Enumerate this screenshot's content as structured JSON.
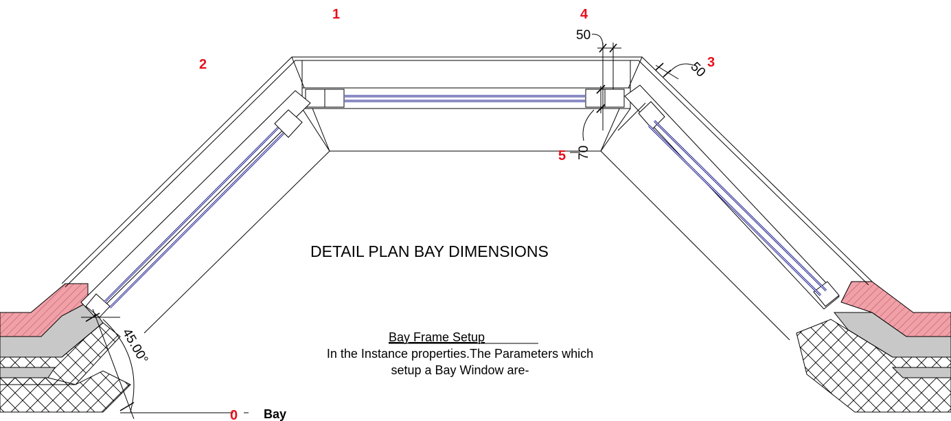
{
  "drawing": {
    "title": "DETAIL PLAN BAY DIMENSIONS",
    "markers": {
      "m0": "0",
      "m1": "1",
      "m2": "2",
      "m3": "3",
      "m4": "4",
      "m5": "5"
    },
    "dimensions": {
      "top_frame": "50",
      "side_frame": "50",
      "depth": "70",
      "angle": "45.00°"
    },
    "note": {
      "heading": "Bay Frame Setup",
      "line1": "In the Instance properties.The Parameters which",
      "line2": "setup a Bay Window are-"
    },
    "bay_label": "Bay"
  },
  "colors": {
    "marker_red": "#e8101a",
    "brick_fill": "#f2a0a8",
    "insulation_fill": "#c8c8c8",
    "glass_blue": "#1a1a8c"
  }
}
